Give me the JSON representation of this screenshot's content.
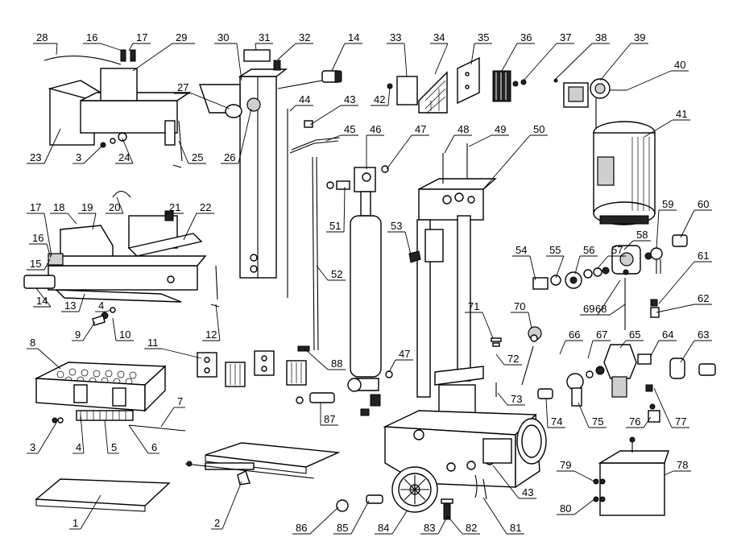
{
  "labels": [
    "1",
    "2",
    "3",
    "4",
    "5",
    "6",
    "7",
    "8",
    "9",
    "10",
    "11",
    "12",
    "13",
    "14",
    "15",
    "16",
    "17",
    "18",
    "19",
    "20",
    "21",
    "22",
    "23",
    "24",
    "25",
    "26",
    "27",
    "28",
    "29",
    "30",
    "31",
    "32",
    "33",
    "34",
    "35",
    "36",
    "37",
    "38",
    "39",
    "40",
    "41",
    "42",
    "43",
    "44",
    "45",
    "46",
    "47",
    "48",
    "49",
    "50",
    "51",
    "52",
    "53",
    "54",
    "55",
    "56",
    "57",
    "58",
    "59",
    "60",
    "61",
    "62",
    "63",
    "64",
    "65",
    "66",
    "67",
    "68",
    "69",
    "70",
    "71",
    "72",
    "73",
    "74",
    "75",
    "76",
    "77",
    "78",
    "79",
    "80",
    "81",
    "82",
    "83",
    "84",
    "85",
    "86",
    "87",
    "88"
  ],
  "duplicate_labels": [
    "16",
    "17",
    "3",
    "4",
    "14",
    "43",
    "47"
  ],
  "colors": {
    "line": "#000000",
    "background": "#ffffff",
    "shade": "#cfcfcf",
    "dark": "#222222"
  }
}
